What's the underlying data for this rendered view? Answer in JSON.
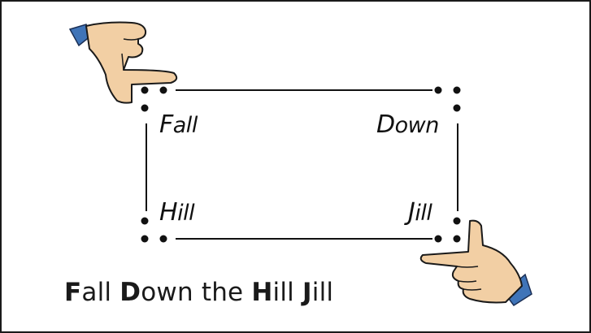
{
  "corners": {
    "top_left": {
      "cap": "F",
      "rest": "all"
    },
    "top_right": {
      "cap": "D",
      "rest": "own"
    },
    "bottom_left": {
      "cap": "H",
      "rest": "ill"
    },
    "bottom_right": {
      "cap": "J",
      "rest": "ill"
    }
  },
  "caption": {
    "w1_bold": "F",
    "w1_rest": "all ",
    "w2_bold": "D",
    "w2_rest": "own the ",
    "w3_bold": "H",
    "w3_rest": "ill ",
    "w4_bold": "J",
    "w4_rest": "ill"
  },
  "colors": {
    "skin": "#f2cfa4",
    "cuff": "#3f74b8",
    "ink": "#111111"
  },
  "icons": [
    "framing-hand-icon-top-left",
    "framing-hand-icon-bottom-right"
  ]
}
